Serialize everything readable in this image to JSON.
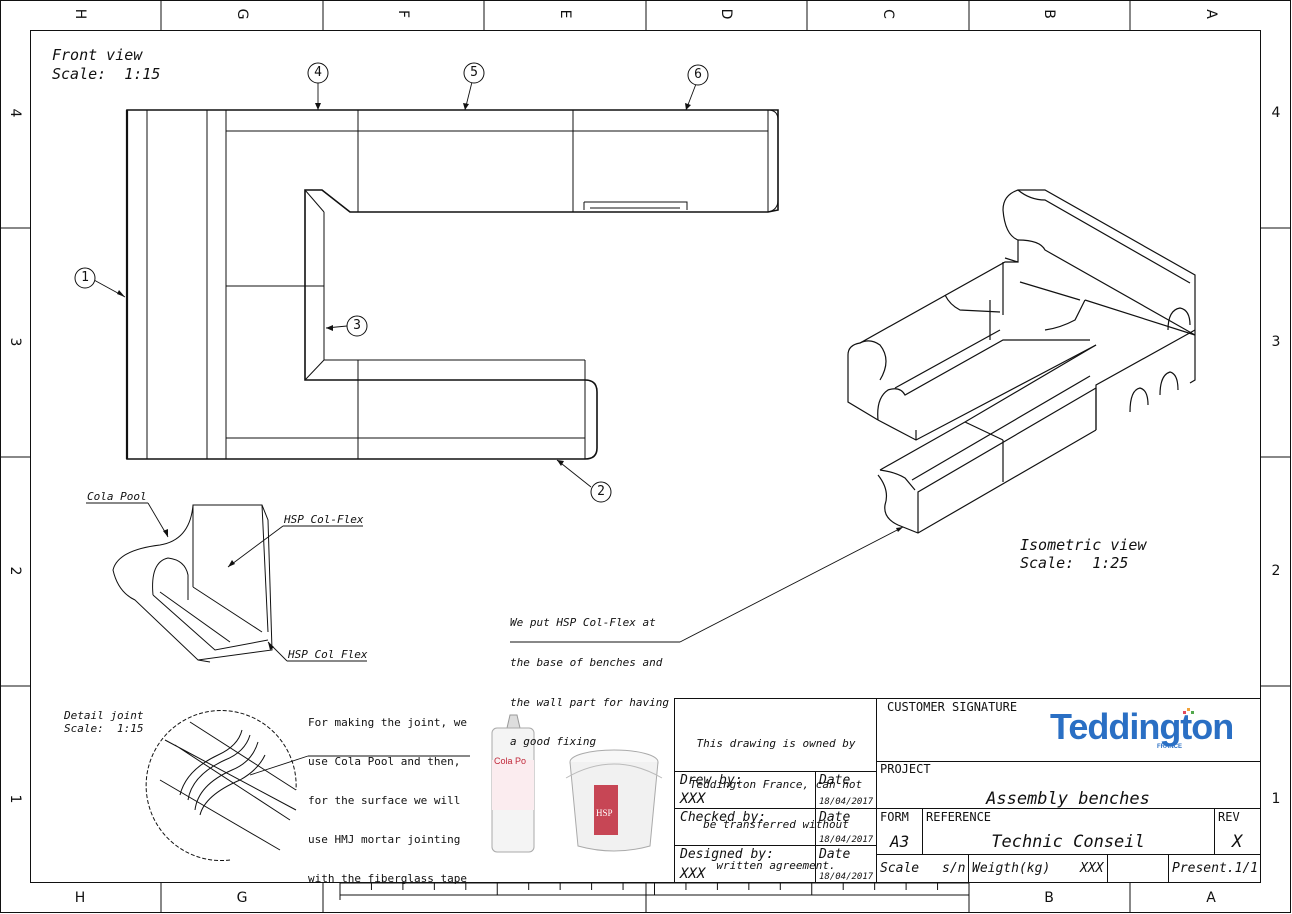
{
  "zones": {
    "columns": [
      "H",
      "G",
      "F",
      "E",
      "D",
      "C",
      "B",
      "A"
    ],
    "rows": [
      "4",
      "3",
      "2",
      "1"
    ]
  },
  "front_view": {
    "title": "Front view",
    "scale": "Scale:  1:15"
  },
  "isometric_view": {
    "title": "Isometric view",
    "scale": "Scale:  1:25"
  },
  "detail_joint": {
    "title": "Detail joint",
    "scale": "Scale:  1:15"
  },
  "balloons": [
    "1",
    "2",
    "3",
    "4",
    "5",
    "6"
  ],
  "labels": {
    "cola_pool": "Cola Pool",
    "hsp_col_flex_1": "HSP Col-Flex",
    "hsp_col_flex_2": "HSP Col Flex"
  },
  "notes": {
    "benches": [
      "We put HSP Col-Flex at",
      "the base of benches and",
      "the wall part for having",
      "a good fixing"
    ],
    "joint": [
      "For making the joint, we",
      "use Cola Pool and then,",
      "for the surface we will",
      "use HMJ mortar jointing",
      "with the fiberglass tape"
    ]
  },
  "products": {
    "cartridge_text": "Cola Po",
    "bucket_text": "HSP"
  },
  "title_block": {
    "ownership": [
      "This drawing is owned by",
      "Teddington France, can not",
      "be transferred without",
      "written agreement."
    ],
    "customer_signature": "CUSTOMER SIGNATURE",
    "logo": {
      "name": "Teddington",
      "sub": "FRANCE"
    },
    "project_label": "PROJECT",
    "project_value": "Assembly benches",
    "drew_by_label": "Drew by:",
    "drew_by_value": "XXX",
    "checked_by_label": "Checked by:",
    "checked_by_value": "",
    "designed_by_label": "Designed by:",
    "designed_by_value": "XXX",
    "date_label": "Date",
    "dates": [
      "18/04/2017",
      "18/04/2017",
      "18/04/2017"
    ],
    "form_label": "FORM",
    "form_value": "A3",
    "reference_label": "REFERENCE",
    "reference_value": "Technic Conseil",
    "rev_label": "REV",
    "rev_value": "X",
    "scale_label": "Scale",
    "scale_value": "s/n",
    "weight_label": "Weigth(kg)",
    "weight_value": "XXX",
    "present": "Present.1/1"
  },
  "colors": {
    "line": "#111111",
    "logo_blue": "#2a6fc4",
    "logo_sub": "#2a6fc4",
    "product_red": "#c0283a"
  }
}
